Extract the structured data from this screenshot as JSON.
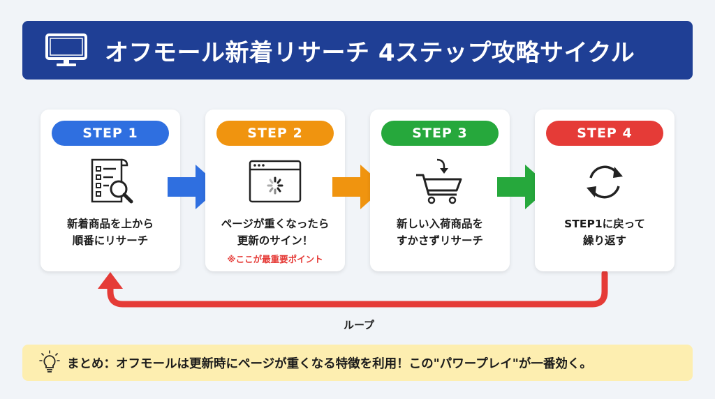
{
  "colors": {
    "header_bg": "#1f3f95",
    "step1": "#2f6fe0",
    "step2": "#f0940f",
    "step3": "#26a83c",
    "step4": "#e53b37",
    "loop": "#e53b37",
    "summary_bg": "#fdeeb0",
    "note": "#e53935"
  },
  "header": {
    "icon": "monitor-icon",
    "title": "オフモール新着リサーチ 4ステップ攻略サイクル"
  },
  "steps": [
    {
      "label": "STEP 1",
      "icon": "document-search-icon",
      "line1": "新着商品を上から",
      "line2": "順番にリサーチ"
    },
    {
      "label": "STEP 2",
      "icon": "browser-loading-icon",
      "line1": "ページが重くなったら",
      "line2": "更新のサイン！",
      "note": "※ここが最重要ポイント"
    },
    {
      "label": "STEP 3",
      "icon": "cart-arrow-icon",
      "line1": "新しい入荷商品を",
      "line2": "すかさずリサーチ"
    },
    {
      "label": "STEP 4",
      "icon": "refresh-icon",
      "line1": "STEP1に戻って",
      "line2": "繰り返す"
    }
  ],
  "loop": {
    "label": "ループ"
  },
  "summary": {
    "icon": "lightbulb-icon",
    "text": "まとめ：オフモールは更新時にページが重くなる特徴を利用！この\"パワープレイ\"が一番効く。"
  }
}
